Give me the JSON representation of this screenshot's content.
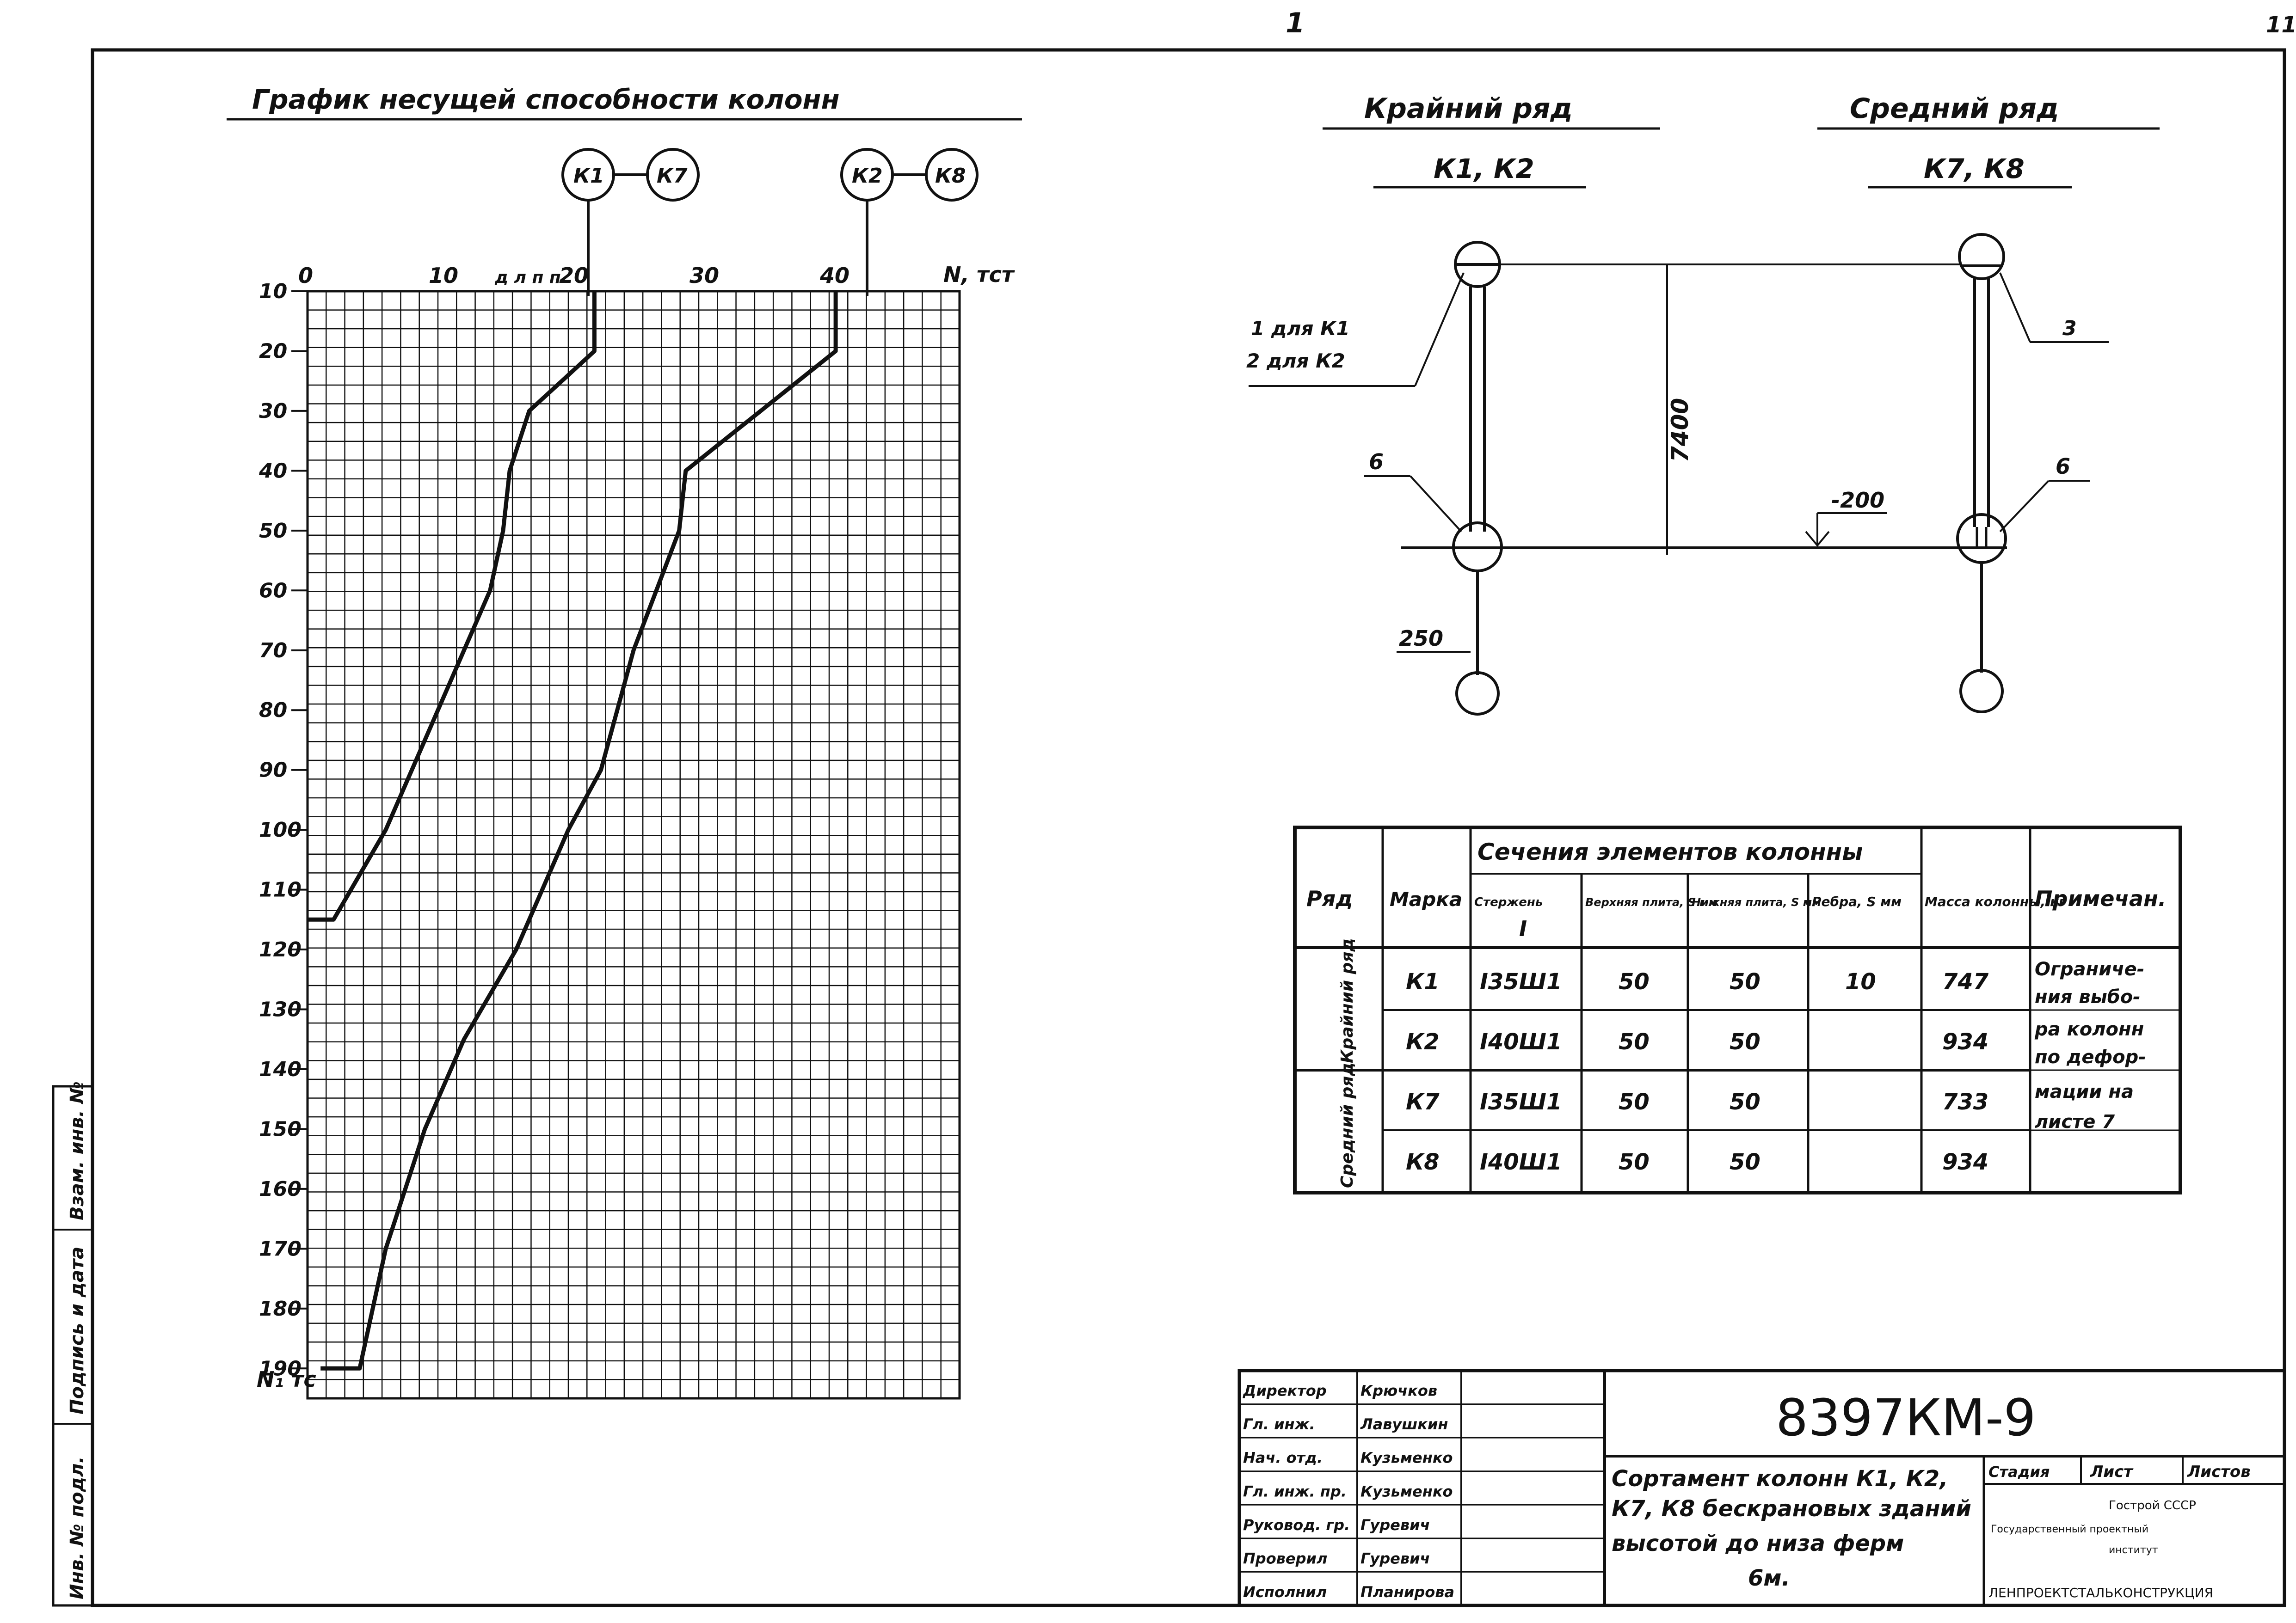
{
  "sheet": {
    "page_number": "1",
    "corner_mark": "11",
    "code": "8397КМ-9"
  },
  "graph": {
    "title": "График несущей способности колонн",
    "x_unit": "N, тст",
    "x_ticks": [
      "0",
      "10",
      "20",
      "30",
      "40"
    ],
    "x_extra_marks": "д  л  п  п",
    "y_ticks": [
      "10",
      "20",
      "30",
      "40",
      "50",
      "60",
      "70",
      "80",
      "90",
      "100",
      "110",
      "120",
      "130",
      "140",
      "150",
      "160",
      "170",
      "180",
      "190"
    ],
    "y_bottom_label": "N₁ тс",
    "tags_left": [
      "К1",
      "К7"
    ],
    "tags_right": [
      "К2",
      "К8"
    ]
  },
  "chart_data": {
    "type": "line",
    "title": "График несущей способности колонн",
    "xlabel": "N, тст",
    "ylabel": "",
    "xlim": [
      0,
      50
    ],
    "ylim": [
      10,
      195
    ],
    "y_inverted": true,
    "series": [
      {
        "name": "К1, К7",
        "points": [
          [
            22,
            10
          ],
          [
            22,
            20
          ],
          [
            17,
            30
          ],
          [
            15.5,
            40
          ],
          [
            15,
            50
          ],
          [
            14,
            60
          ],
          [
            10,
            80
          ],
          [
            6,
            100
          ],
          [
            2,
            115
          ],
          [
            0,
            115
          ]
        ]
      },
      {
        "name": "К2, К8",
        "points": [
          [
            40.5,
            10
          ],
          [
            40.5,
            20
          ],
          [
            29,
            40
          ],
          [
            28.5,
            50
          ],
          [
            25,
            70
          ],
          [
            22.5,
            90
          ],
          [
            20,
            100
          ],
          [
            16,
            120
          ],
          [
            12,
            135
          ],
          [
            9,
            150
          ],
          [
            6,
            170
          ],
          [
            4,
            190
          ],
          [
            1,
            190
          ]
        ]
      }
    ]
  },
  "schematic": {
    "edge_row_title": "Крайний ряд",
    "edge_row_cols": "К1, К2",
    "middle_row_title": "Средний ряд",
    "middle_row_cols": "К7, К8",
    "label_1_2": "1 для К1",
    "label_1_2b": "2 для К2",
    "label_3": "3",
    "label_6_left": "6",
    "label_6_right": "6",
    "dim_height": "7400",
    "dim_level": "-200",
    "dim_250": "250"
  },
  "table": {
    "group_header": "Сечения элементов колонны",
    "headers": {
      "row": "Ряд",
      "mark": "Марка",
      "rod": "Стержень",
      "rod_symbol": "I",
      "top_plate": "Верхняя плита, S мм",
      "bottom_plate": "Нижняя плита, S мм",
      "ribs": "Ребра, S мм",
      "mass": "Масса колонны, кг",
      "note": "Примечан."
    },
    "group_edge": "Крайний ряд",
    "group_middle": "Средний ряд",
    "rows": [
      {
        "mark": "К1",
        "rod": "I35Ш1",
        "top": "50",
        "bottom": "50",
        "ribs": "10",
        "mass": "747"
      },
      {
        "mark": "К2",
        "rod": "I40Ш1",
        "top": "50",
        "bottom": "50",
        "ribs": "",
        "mass": "934"
      },
      {
        "mark": "К7",
        "rod": "I35Ш1",
        "top": "50",
        "bottom": "50",
        "ribs": "",
        "mass": "733"
      },
      {
        "mark": "К8",
        "rod": "I40Ш1",
        "top": "50",
        "bottom": "50",
        "ribs": "",
        "mass": "934"
      }
    ],
    "note_lines": [
      "Ограниче-",
      "ния выбо-",
      "ра колонн",
      "по дефор-",
      "мации на",
      "листе 7"
    ]
  },
  "title_block": {
    "roles": [
      "Директор",
      "Гл. инж.",
      "Нач. отд.",
      "Гл. инж. пр.",
      "Руковод. гр.",
      "Проверил",
      "Исполнил"
    ],
    "names": [
      "Крючков",
      "Лавушкин",
      "Кузьменко",
      "Кузьменко",
      "Гуревич",
      "Гуревич",
      "Планирова"
    ],
    "description": [
      "Сортамент колонн К1, К2,",
      "К7, К8 бескрановых зданий",
      "высотой до низа ферм",
      "6м."
    ],
    "stage_label": "Стадия",
    "sheet_label": "Лист",
    "sheets_label": "Листов",
    "org": [
      "Гострой СССР",
      "Государственный проектный",
      "институт",
      "ЛЕНПРОЕКТСТАЛЬКОНСТРУКЦИЯ"
    ]
  },
  "side_stamp": {
    "labels": [
      "Инв. № подл.",
      "Подпись и дата",
      "Взам. инв. №"
    ]
  }
}
